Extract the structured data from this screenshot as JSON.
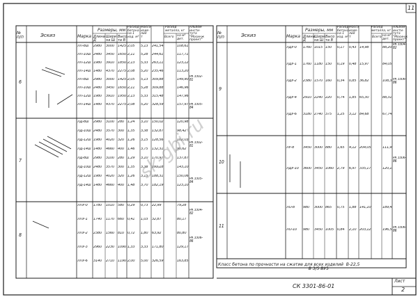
{
  "sheet_number_corner": "11",
  "headers": {
    "num": "№\nп/п",
    "sketch": "Эскиз",
    "mark": "Марка",
    "dims": "Размеры, мм",
    "dim_len": "Длина\nД",
    "dim_wid": "Шири\nна Ш",
    "dim_hgt": "Высо\nта В",
    "conc_vol": "Расход\nбетона\nна 1\nизд. м³",
    "mass": "Масса\nизде-\nлия\nт",
    "steel": "Расход\nметалла, кг",
    "steel_all": "Всего",
    "steel_det": "на м³\nдет.",
    "album": "Альбом\nинсти-\nтута\n\"Мосинж\nпроект\""
  },
  "left_groups": [
    {
      "num": "6",
      "album": "РК 3302-\n81",
      "rows": [
        [
          "ЛП-8ш",
          "2980",
          "3000",
          "1425",
          "2,05",
          "5,13",
          "241,54",
          "108,61"
        ],
        [
          "ЛП-10ш",
          "2480",
          "3450",
          "1650",
          "2,11",
          "5,28",
          "244,61",
          "117,71"
        ],
        [
          "ЛП-12ш",
          "1980",
          "3910",
          "1850",
          "2,13",
          "5,33",
          "263,11",
          "123,12"
        ],
        [
          "ЛП-14ш",
          "1480",
          "4370",
          "2275",
          "2,08",
          "5,20",
          "235,46",
          "113,20"
        ],
        [
          "ЛП-8ш",
          "2980",
          "3000",
          "1425",
          "2,05",
          "5,13",
          "309,88",
          "149,90"
        ],
        [
          "ЛП-10ш",
          "2480",
          "3450",
          "1650",
          "2,11",
          "5,28",
          "309,88",
          "146,96"
        ],
        [
          "ЛП-12ш",
          "1980",
          "3910",
          "1950",
          "2,13",
          "5,33",
          "315,48",
          "147,96"
        ],
        [
          "ЛП-14ш",
          "1480",
          "4370",
          "2275",
          "2,08",
          "5,20",
          "328,59",
          "157,97"
        ]
      ],
      "album2": "РК 3305-\n84"
    },
    {
      "num": "7",
      "album": "РК 3302-\n81",
      "rows": [
        [
          "ЛД-8ш",
          "2980",
          "3100",
          "280",
          "1,24",
          "3,10",
          "150,02",
          "120,98"
        ],
        [
          "ЛД-10ш",
          "2480",
          "3570",
          "300",
          "1,35",
          "3,38",
          "132,87",
          "98,42"
        ],
        [
          "ЛД-12ш",
          "1980",
          "4020",
          "320",
          "1,26",
          "3,15",
          "128,56",
          "102,03"
        ],
        [
          "ЛД-14ш",
          "1480",
          "4660",
          "400",
          "1,46",
          "3,75",
          "132,31",
          "90,62"
        ],
        [
          "ЛД-8ш",
          "2980",
          "3100",
          "280",
          "1,29",
          "3,10",
          "170,97",
          "137,87"
        ],
        [
          "ЛД-10ш",
          "2480",
          "3570",
          "300",
          "1,35",
          "3,38",
          "193,18",
          "143,10"
        ],
        [
          "ЛД-12ш",
          "1980",
          "4020",
          "320",
          "1,26",
          "3,15",
          "188,31",
          "150,06"
        ],
        [
          "ЛД-14ш",
          "1480",
          "4660",
          "400",
          "1,48",
          "3,70",
          "182,19",
          "123,10"
        ]
      ],
      "album2": "РК 3305-\n84"
    },
    {
      "num": "8",
      "album": "РК 3304-\n82",
      "rows": [
        [
          "ЛПУ-0",
          "1780",
          "1010",
          "580",
          "0,29",
          "0,73",
          "22,99",
          "79,28"
        ],
        [
          "ЛПУ-1",
          "1740",
          "1170",
          "660",
          "0,41",
          "1,03",
          "32,87",
          "80,17"
        ],
        [
          "ЛПУ-2",
          "2380",
          "1560",
          "810",
          "0,72",
          "1,80",
          "63,92",
          "80,80"
        ],
        [
          "ЛПУ-3",
          "2960",
          "2230",
          "1090",
          "1,33",
          "3,33",
          "171,80",
          "129,17"
        ],
        [
          "ЛПУ-6",
          "3140",
          "2710",
          "1190",
          "2,00",
          "5,00",
          "326,59",
          "163,85"
        ]
      ],
      "album2": "РК 3306-\n86"
    }
  ],
  "right_groups": [
    {
      "num": "9",
      "album": "РК 3304-\n82",
      "album2": "РК 3306-\n86",
      "rows": [
        [
          "ЛДУ-0",
          "1760",
          "1015",
          "150",
          "0,17",
          "0,43",
          "14,98",
          "88,20"
        ],
        [
          "ЛДУ-1",
          "1760",
          "1180",
          "150",
          "0,19",
          "0,48",
          "15,97",
          "84,05"
        ],
        [
          "ЛДУ-2",
          "2380",
          "1570",
          "160",
          "0,34",
          "0,85",
          "36,82",
          "108,32"
        ],
        [
          "ЛДУ-4",
          "2910",
          "2240",
          "220",
          "0,74",
          "1,85",
          "65,30",
          "88,31"
        ],
        [
          "ЛДУ-6",
          "3180",
          "2740",
          "375",
          "1,25",
          "3,12",
          "84,68",
          "67,74"
        ]
      ]
    },
    {
      "num": "10",
      "album": "РК 3306-\n86",
      "rows": [
        [
          "ЛУ-8",
          "3450",
          "3000",
          "880",
          "1,65",
          "4,12",
          "204,05",
          "111,95"
        ],
        [
          "ЛДУ-10",
          "3600",
          "3450",
          "1060",
          "2,79",
          "6,97",
          "335,17",
          "120,13"
        ]
      ]
    },
    {
      "num": "11",
      "album": "РК 3306-\n86",
      "rows": [
        [
          "ЛО-8",
          "980",
          "3000",
          "865",
          "0,75",
          "1,88",
          "141,10",
          "189,47"
        ],
        [
          "ЛО-10",
          "980",
          "3450",
          "1005",
          "0,84",
          "2,10",
          "203,12",
          "196,51"
        ]
      ]
    }
  ],
  "note": "Класс бетона по прочности на сжатие для всех изделий  В-22,5\n                                                                    В 3/5 ВУ5",
  "footer": {
    "doc_code": "СК 3301-86-01",
    "sheet_label": "Лист",
    "sheet_value": "2"
  },
  "watermark": "sk-gbi.ru"
}
